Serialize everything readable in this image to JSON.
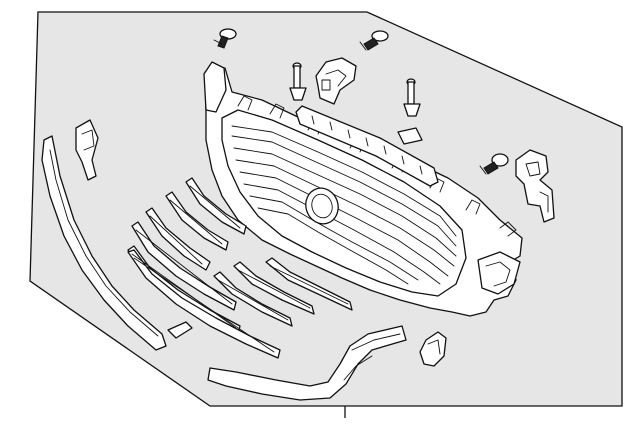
{
  "diagram": {
    "panel_fill": "#e6e6e6",
    "line_color": "#111111",
    "background": "#ffffff",
    "parts": [
      {
        "id": "grille-assembly",
        "icon": "radiator-grille"
      },
      {
        "id": "upper-molding",
        "icon": "trim-strip"
      },
      {
        "id": "left-molding",
        "icon": "trim-strip"
      },
      {
        "id": "lower-molding",
        "icon": "trim-strip"
      },
      {
        "id": "grille-bars",
        "icon": "bar-strips",
        "count": 9
      },
      {
        "id": "emblem",
        "icon": "oval-emblem"
      },
      {
        "id": "screw",
        "icon": "screw",
        "count": 3
      },
      {
        "id": "clip",
        "icon": "push-clip",
        "count": 2
      },
      {
        "id": "bracket",
        "icon": "mount-bracket",
        "count": 4
      },
      {
        "id": "label",
        "icon": "label-tag"
      }
    ]
  }
}
